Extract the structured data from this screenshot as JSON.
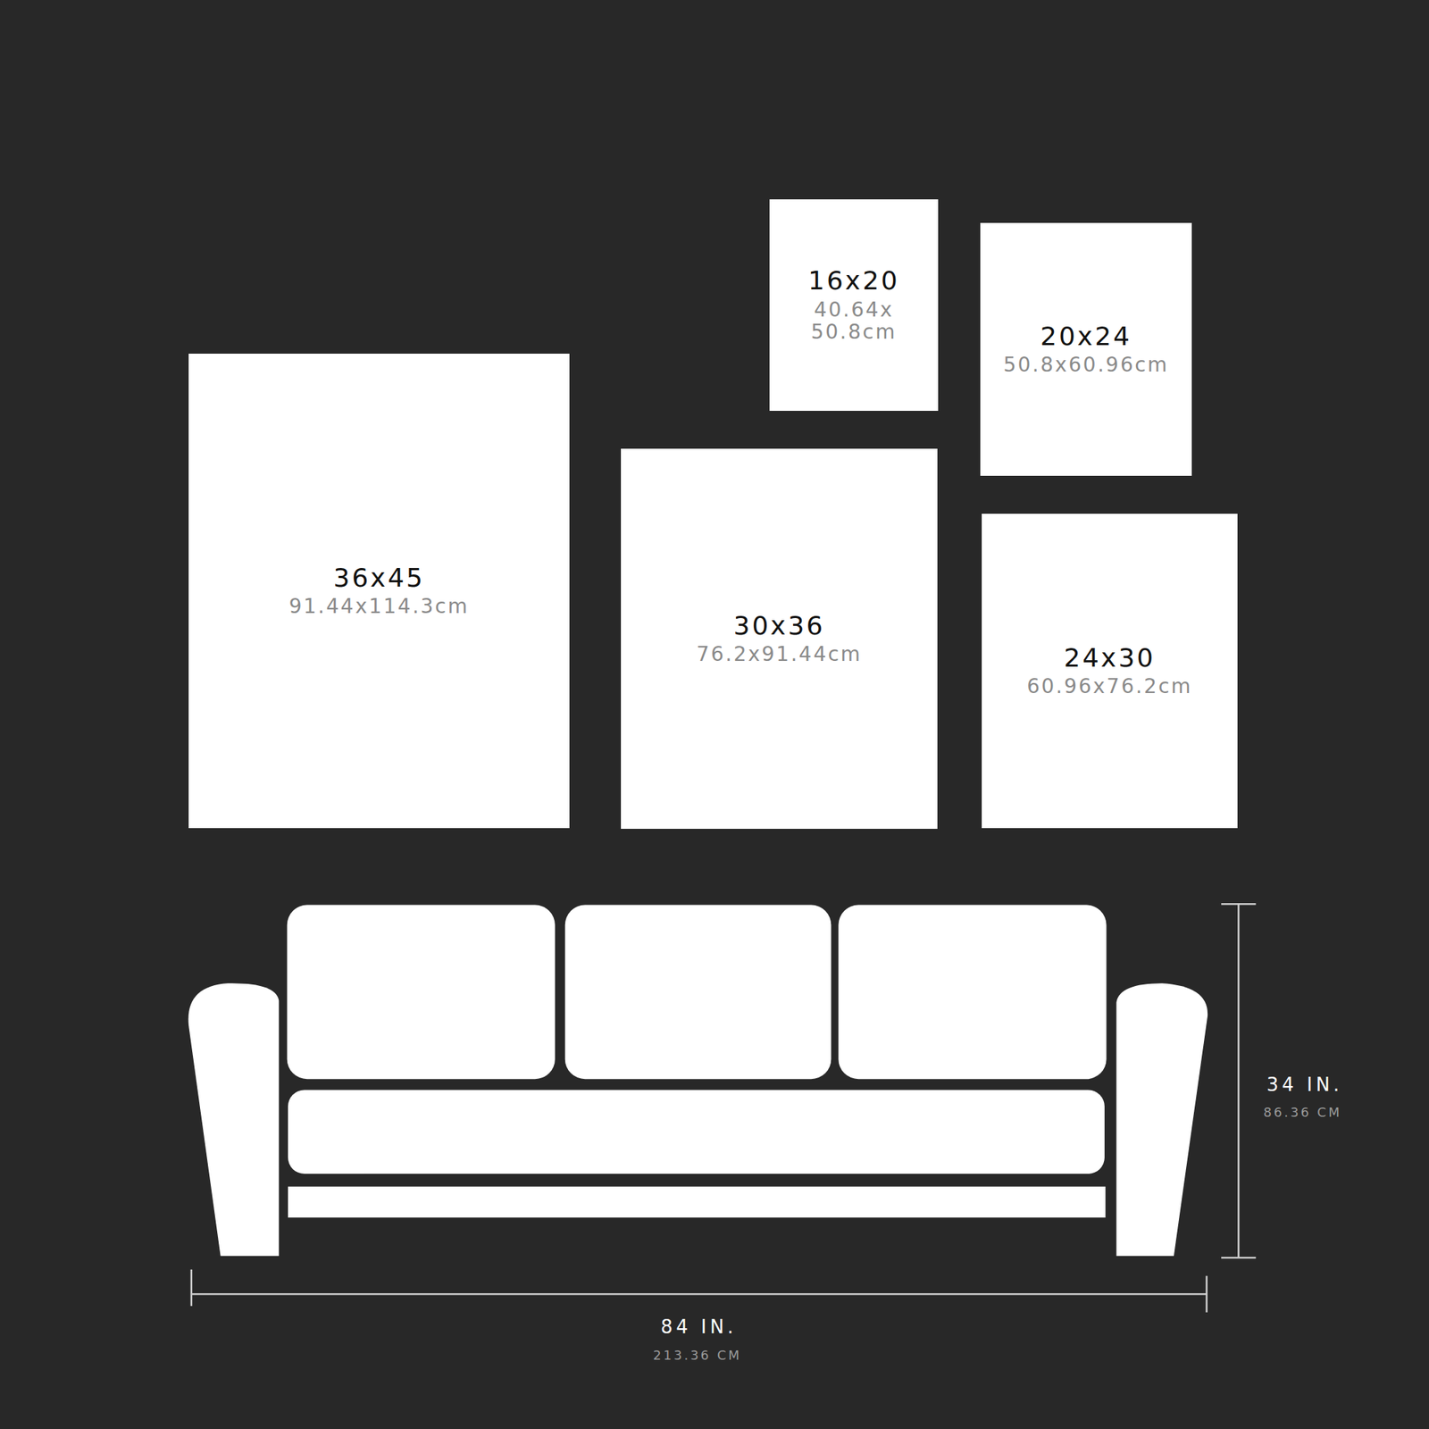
{
  "diagram": {
    "nodes": [
      {
        "text": [
          "16x20",
          "40.64x 50.8cm"
        ]
      },
      {
        "text": [
          "20x24",
          "50.8x60.96cm"
        ]
      },
      {
        "text": [
          "36x45",
          "91.44x114.3cm"
        ]
      },
      {
        "text": [
          "30x36",
          "76.2x91.44cm"
        ]
      },
      {
        "text": [
          "24x30",
          "60.96x76.2cm"
        ]
      }
    ],
    "labels": [
      "84 IN.",
      "213.36 CM",
      "34 IN.",
      "86.36 CM"
    ]
  }
}
